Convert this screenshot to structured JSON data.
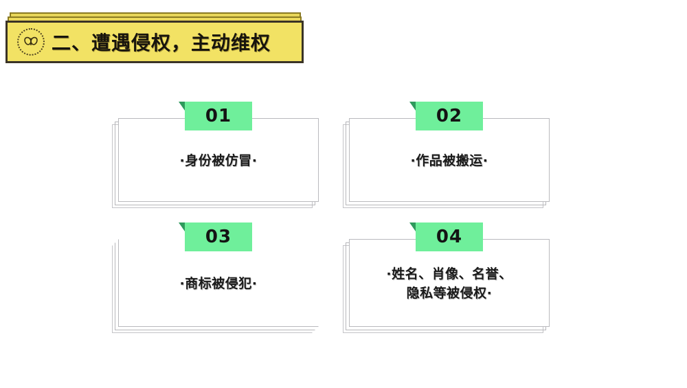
{
  "header": {
    "icon": "butterfly-icon",
    "title": "二、遭遇侵权，主动维权",
    "bg_color": "#f2e264",
    "border_color": "#3a3326"
  },
  "cards": [
    {
      "number": "01",
      "text": "·身份被仿冒·",
      "badge_color": "#6fef9b",
      "fold_color": "#2e9a5c"
    },
    {
      "number": "02",
      "text": "·作品被搬运·",
      "badge_color": "#6fef9b",
      "fold_color": "#2e9a5c"
    },
    {
      "number": "03",
      "text": "·商标被侵犯·",
      "badge_color": "#6fef9b",
      "fold_color": "#2e9a5c"
    },
    {
      "number": "04",
      "text": "·姓名、肖像、名誉、\n隐私等被侵权·",
      "badge_color": "#6fef9b",
      "fold_color": "#2e9a5c"
    }
  ]
}
